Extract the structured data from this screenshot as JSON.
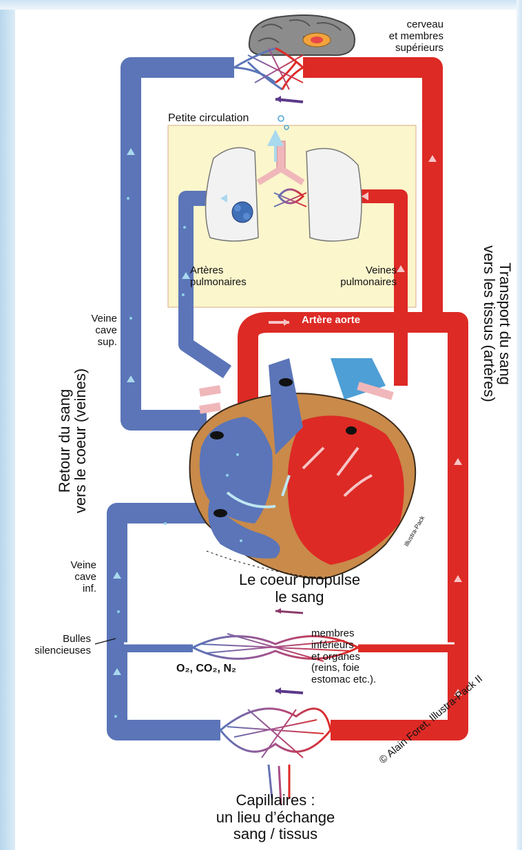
{
  "labels": {
    "brain": [
      "cerveau",
      "et membres",
      "supérieurs"
    ],
    "petite_circulation": "Petite circulation",
    "arteres_pulmonaires": [
      "Artères",
      "pulmonaires"
    ],
    "veines_pulmonaires": [
      "Veines",
      "pulmonaires"
    ],
    "artere_aorte": "Artère aorte",
    "veine_cave_sup": [
      "Veine",
      "cave",
      "sup."
    ],
    "veine_cave_inf": [
      "Veine",
      "cave",
      "inf."
    ],
    "bulles": [
      "Bulles",
      "silencieuses"
    ],
    "coeur": [
      "Le coeur propulse",
      "le sang"
    ],
    "gases": "O₂, CO₂, N₂",
    "membres_inf": [
      "membres",
      "inférieurs",
      "et organes",
      "(reins, foie",
      "estomac etc.)."
    ],
    "capillaires": [
      "Capillaires :",
      "un lieu d’échange",
      "sang / tissus"
    ],
    "retour": [
      "Retour du sang",
      "vers le coeur (veines)"
    ],
    "transport": [
      "Transport du sang",
      "vers les tissus (artères)"
    ],
    "copyright": "© Alain Foret, Illustra-Pack II",
    "heart_signature": "Illustra-Pack"
  },
  "colors": {
    "vein": "#5b75b8",
    "artery": "#dd2a25",
    "lung_bg": "#fbf6cc",
    "heart_wall": "#c98a4a"
  }
}
